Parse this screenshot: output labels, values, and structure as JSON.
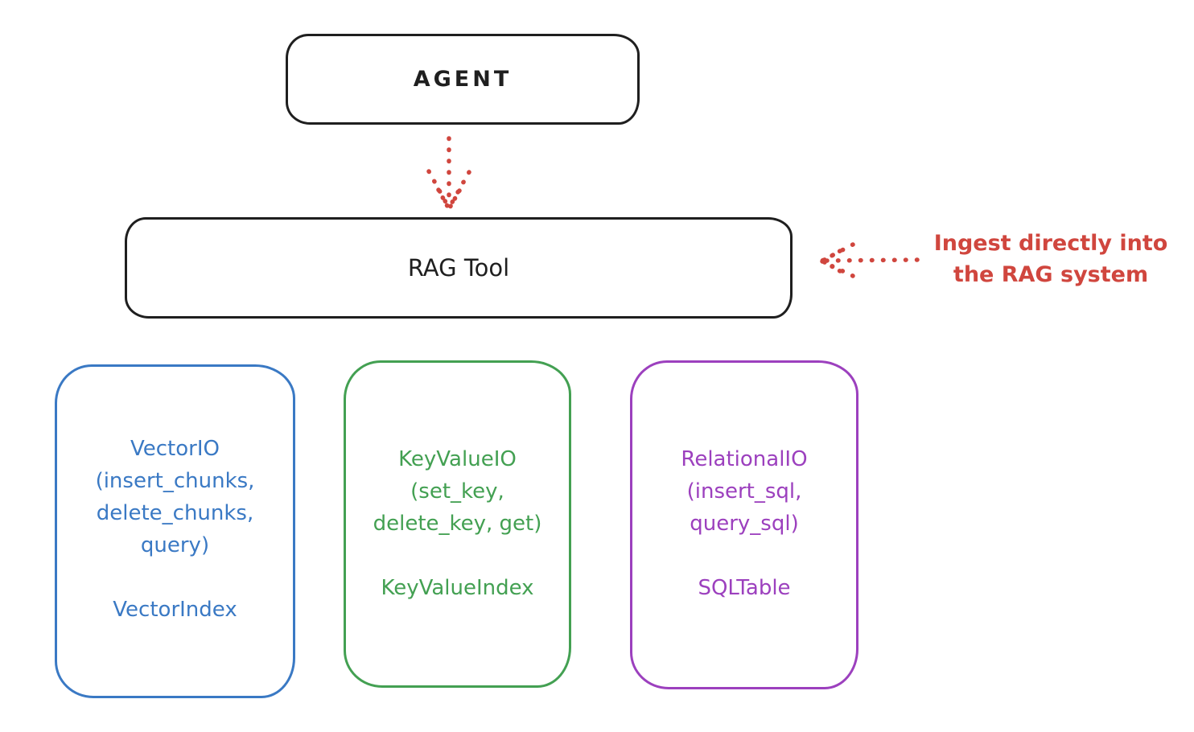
{
  "colors": {
    "ink": "#1f1f1f",
    "red": "#d0463e",
    "blue": "#3a79c4",
    "green": "#43a052",
    "purple": "#9c40be",
    "background": "#ffffff"
  },
  "diagram": {
    "agent": {
      "label": "AGENT"
    },
    "rag_tool": {
      "label": "RAG Tool"
    },
    "annotation": {
      "lines": [
        "Ingest directly into",
        "the RAG system"
      ]
    },
    "arrows": [
      {
        "name": "agent-to-rag-tool",
        "style": "dotted",
        "direction": "down"
      },
      {
        "name": "ingest-into-rag-tool",
        "style": "dotted",
        "direction": "left"
      }
    ],
    "providers": [
      {
        "title_lines": [
          "VectorIO",
          "(insert_chunks,",
          "delete_chunks,",
          "query)"
        ],
        "index_label": "VectorIndex",
        "color": "#3a79c4"
      },
      {
        "title_lines": [
          "KeyValueIO",
          "(set_key,",
          "delete_key, get)"
        ],
        "index_label": "KeyValueIndex",
        "color": "#43a052"
      },
      {
        "title_lines": [
          "RelationalIO",
          "(insert_sql,",
          "query_sql)"
        ],
        "index_label": "SQLTable",
        "color": "#9c40be"
      }
    ]
  }
}
